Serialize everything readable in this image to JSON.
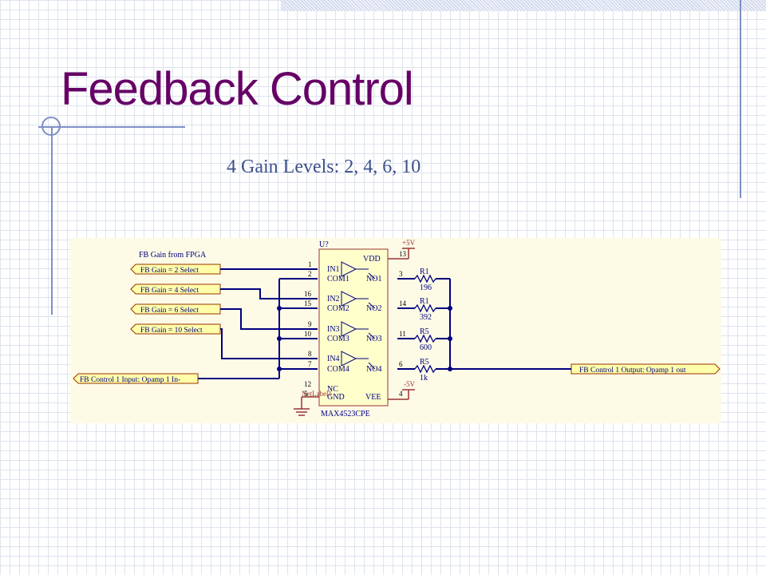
{
  "slide": {
    "title": "Feedback Control",
    "subtitle": "4 Gain Levels:  2, 4, 6, 10"
  },
  "schematic": {
    "section_label": "FB Gain from FPGA",
    "inputs": [
      "FB Gain = 2 Select",
      "FB Gain = 4 Select",
      "FB Gain = 6 Select",
      "FB Gain = 10 Select"
    ],
    "opamp_input": "FB Control 1 Input: Opamp 1 In-",
    "output": "FB Control 1 Output: Opamp 1 out",
    "chip": {
      "ref": "U?",
      "part": "MAX4523CPE",
      "vdd": "VDD",
      "vee": "VEE",
      "gnd": "GND",
      "nc": "NC",
      "netlabel": "NetLabel1",
      "pos_supply": "+5V",
      "neg_supply": "-5V",
      "pins": {
        "in1": "1",
        "com1": "2",
        "in2": "16",
        "com2": "15",
        "in3": "9",
        "com3": "10",
        "in4": "8",
        "com4": "7",
        "vdd": "13",
        "vee": "4",
        "nc": "12",
        "gnd": "5",
        "no1": "3",
        "no2": "14",
        "no3": "11",
        "no4": "6"
      },
      "left_labels": [
        "IN1",
        "COM1",
        "IN2",
        "COM2",
        "IN3",
        "COM3",
        "IN4",
        "COM4"
      ],
      "right_labels": [
        "NO1",
        "NO2",
        "NO3",
        "NO4"
      ]
    },
    "resistors": [
      {
        "ref": "R1",
        "value": "196"
      },
      {
        "ref": "R1",
        "value": "392"
      },
      {
        "ref": "R5",
        "value": "600"
      },
      {
        "ref": "R5",
        "value": "1k"
      }
    ]
  },
  "colors": {
    "title": "#660066",
    "subtitle": "#3d4f8a",
    "wire": "#000080",
    "port_fill": "#ffffaa",
    "port_stroke": "#993300",
    "chip_fill": "#ffffcc",
    "supply": "#993333",
    "grid": "#dde3ee"
  }
}
